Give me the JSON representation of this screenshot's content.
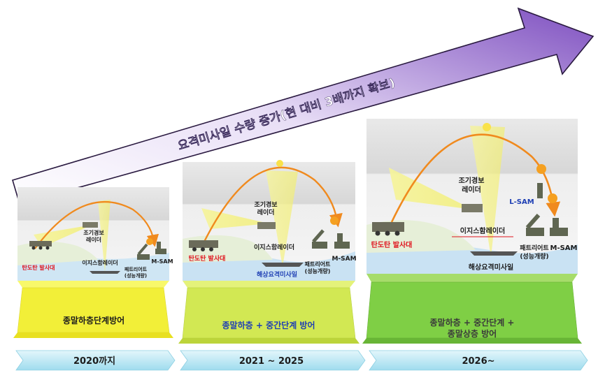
{
  "banner": {
    "text": "요격미사일 수량 증가(현 대비 3배까지 확보)"
  },
  "colors": {
    "arrow_dark": "#7e4fc0",
    "arrow_light": "#ffffff",
    "trajectory": "#f08a1e",
    "beam": "#f4f290",
    "base_stage1": "#f2f23a",
    "base_stage2": "#d6ec55",
    "base_stage3": "#7fcf45",
    "timeline": "#bfeaf5",
    "label_red": "#e0141e",
    "label_blue": "#1e3fb4"
  },
  "stages": [
    {
      "labels": {
        "radar": [
          "조기경보",
          "레이더"
        ],
        "aegis": "이지스함레이더",
        "launcher": "탄도탄 발사대",
        "patriot": [
          "패트리어트",
          "(성능개량)"
        ],
        "msam": "M-SAM"
      },
      "base_label": [
        "종말하층단계방어"
      ]
    },
    {
      "labels": {
        "radar": [
          "조기경보",
          "레이더"
        ],
        "aegis": "이지스함레이더",
        "launcher": "탄도탄 발사대",
        "patriot": [
          "패트리어트",
          "(성능개량)"
        ],
        "msam": "M-SAM",
        "ship": "해상요격미사일"
      },
      "base_label": [
        "종말하층 + 중간단계 방어"
      ]
    },
    {
      "labels": {
        "radar": [
          "조기경보",
          "레이더"
        ],
        "aegis": "이지스함레이더",
        "launcher": "탄도탄 발사대",
        "patriot": [
          "패트리어트",
          "(성능개량)"
        ],
        "msam": "M-SAM",
        "ship": "해상요격미사일",
        "lsam": "L-SAM"
      },
      "base_label": [
        "종말하층 + 중간단계 +",
        "종말상층 방어"
      ]
    }
  ],
  "timeline": [
    "2020까지",
    "2021 ~ 2025",
    "2026~"
  ]
}
